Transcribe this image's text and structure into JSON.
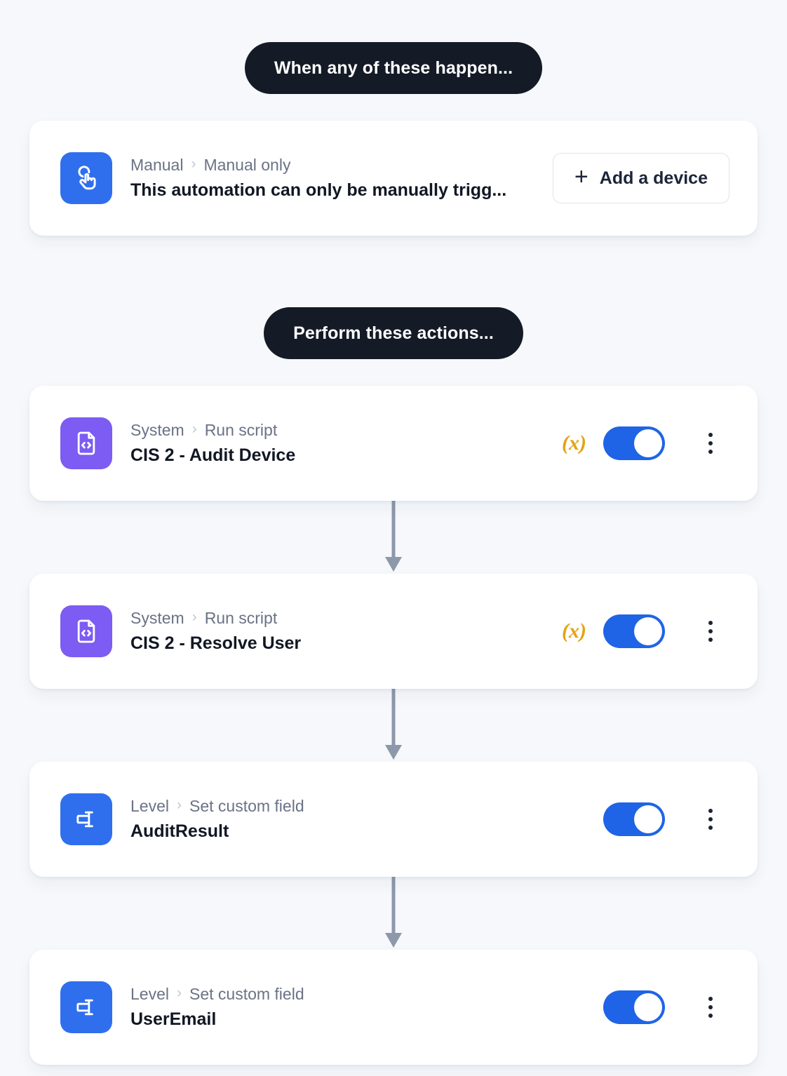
{
  "theme": {
    "background": "#f6f8fb",
    "pill_background": "#141a26",
    "card_background": "#ffffff",
    "accent_blue": "#2f6fee",
    "toggle_on": "#1f64e6",
    "icon_purple": "#7c5cf2",
    "variable_amber": "#e3a315",
    "connector_gray": "#8d98ab"
  },
  "trigger_section": {
    "pill_label": "When any of these happen...",
    "cards": [
      {
        "icon": "tap-gesture-icon",
        "icon_color": "blue",
        "breadcrumb_root": "Manual",
        "breadcrumb_separator": "›",
        "breadcrumb_leaf": "Manual only",
        "title": "This automation can only be manually trigg...",
        "button_label": "Add a device",
        "button_plus": "+"
      }
    ]
  },
  "action_section": {
    "pill_label": "Perform these actions...",
    "cards": [
      {
        "icon": "script-file-icon",
        "icon_color": "purple",
        "breadcrumb_root": "System",
        "breadcrumb_separator": "›",
        "breadcrumb_leaf": "Run script",
        "title": "CIS 2 - Audit Device",
        "variable_badge": "(x)",
        "has_variable_badge": true,
        "toggle_state": "on",
        "menu": "⋮"
      },
      {
        "icon": "script-file-icon",
        "icon_color": "purple",
        "breadcrumb_root": "System",
        "breadcrumb_separator": "›",
        "breadcrumb_leaf": "Run script",
        "title": "CIS 2 - Resolve User",
        "variable_badge": "(x)",
        "has_variable_badge": true,
        "toggle_state": "on",
        "menu": "⋮"
      },
      {
        "icon": "custom-field-icon",
        "icon_color": "blue",
        "breadcrumb_root": "Level",
        "breadcrumb_separator": "›",
        "breadcrumb_leaf": "Set custom field",
        "title": "AuditResult",
        "variable_badge": "",
        "has_variable_badge": false,
        "toggle_state": "on",
        "menu": "⋮"
      },
      {
        "icon": "custom-field-icon",
        "icon_color": "blue",
        "breadcrumb_root": "Level",
        "breadcrumb_separator": "›",
        "breadcrumb_leaf": "Set custom field",
        "title": "UserEmail",
        "variable_badge": "",
        "has_variable_badge": false,
        "toggle_state": "on",
        "menu": "⋮"
      }
    ]
  }
}
